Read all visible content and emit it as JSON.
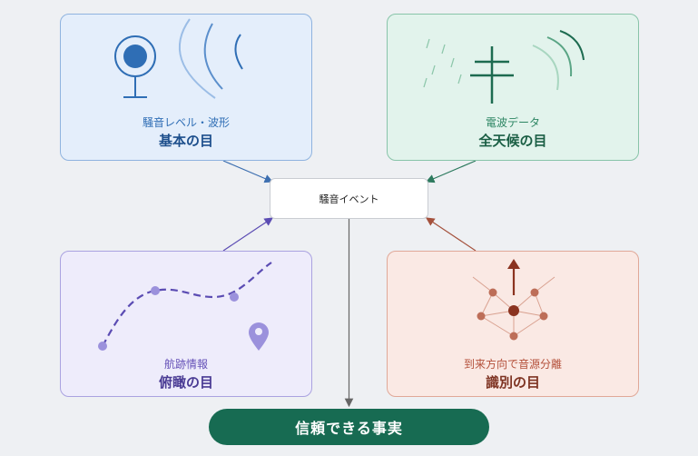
{
  "cards": {
    "blue": {
      "subtitle": "騒音レベル・波形",
      "title": "基本の目"
    },
    "green": {
      "subtitle": "電波データ",
      "title": "全天候の目"
    },
    "purple": {
      "subtitle": "航跡情報",
      "title": "俯瞰の目"
    },
    "orange": {
      "subtitle": "到来方向で音源分離",
      "title": "識別の目"
    }
  },
  "center": {
    "label": "騒音イベント"
  },
  "result": {
    "label": "信頼できる事実"
  },
  "colors": {
    "blue": "#2f6eb5",
    "green": "#1d6b50",
    "purple": "#6652b8",
    "orange": "#a94a33",
    "result": "#176b52"
  },
  "icons": {
    "blue": "microphone-with-sound-waves-icon",
    "green": "radio-antenna-with-waves-icon",
    "purple": "flight-track-with-location-pin-icon",
    "orange": "microphone-array-direction-icon"
  }
}
